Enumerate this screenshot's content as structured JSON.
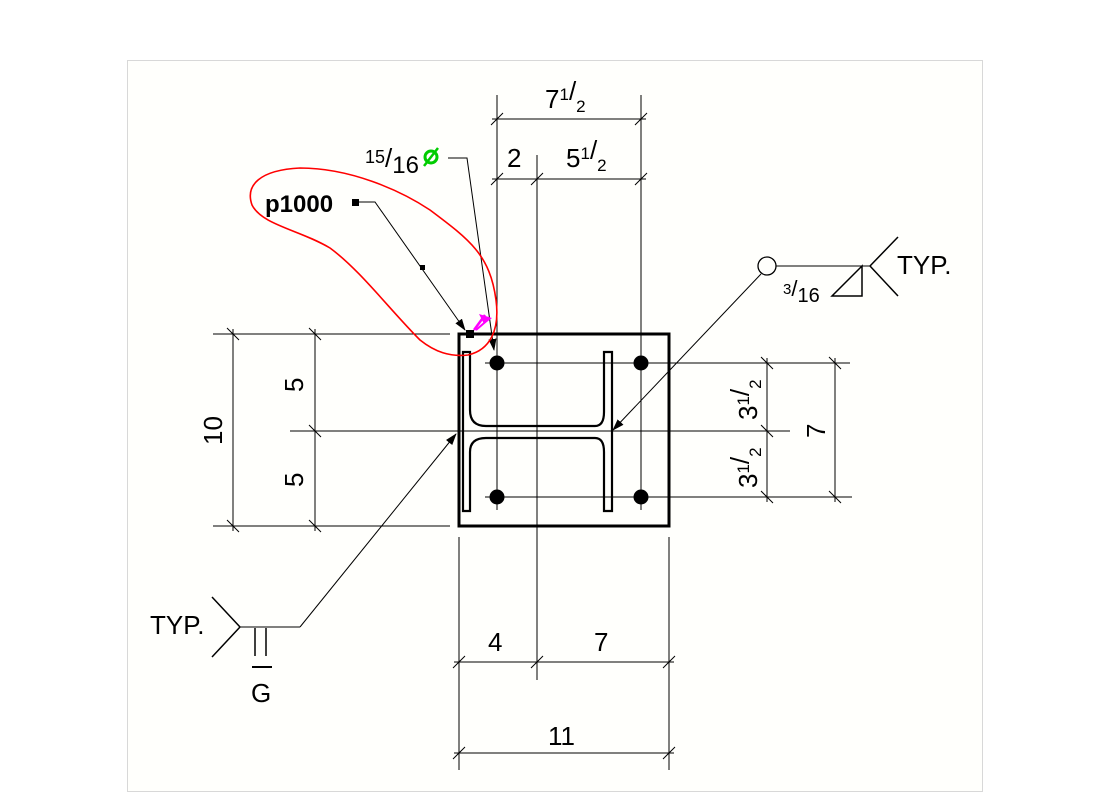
{
  "drawing": {
    "callout_label": "p1000",
    "hole_size": {
      "num": "15",
      "den": "16"
    },
    "top_dims": {
      "overall": {
        "whole": "7",
        "num": "1",
        "den": "2"
      },
      "left": "2",
      "right": {
        "whole": "5",
        "num": "1",
        "den": "2"
      }
    },
    "left_dims": {
      "overall": "10",
      "upper": "5",
      "lower": "5"
    },
    "right_dims": {
      "overall": "7",
      "upper": {
        "whole": "3",
        "num": "1",
        "den": "2"
      },
      "lower": {
        "whole": "3",
        "num": "1",
        "den": "2"
      }
    },
    "bottom_dims": {
      "left": "4",
      "right": "7",
      "overall": "11"
    },
    "weld_right": {
      "size": {
        "num": "3",
        "den": "16"
      },
      "note": "TYP."
    },
    "weld_left": {
      "note": "TYP.",
      "finish": "G"
    },
    "colors": {
      "markup": "#ff0000",
      "hole_symbol": "#00cc00",
      "grip": "#ff00ff"
    }
  }
}
